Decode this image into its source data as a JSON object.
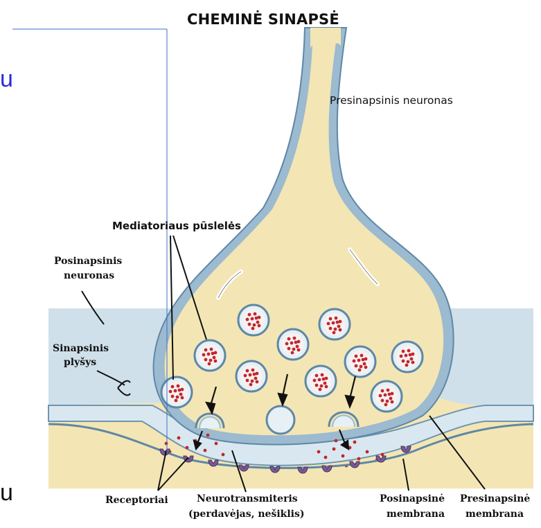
{
  "title": "CHEMINĖ SINAPSĖ",
  "labels": {
    "presynaptic_neuron": "Presinapsinis neuronas",
    "vesicles": "Mediatoriaus pūslelės",
    "postsynaptic_neuron_1": "Posinapsinis",
    "postsynaptic_neuron_2": "neuronas",
    "cleft_1": "Sinapsinis",
    "cleft_2": "plyšys",
    "receptors": "Receptoriai",
    "neurotransmitter_1": "Neurotransmiteris",
    "neurotransmitter_2": "(perdavėjas, nešiklis)",
    "post_membrane_1": "Posinapsinė",
    "post_membrane_2": "membrana",
    "pre_membrane_1": "Presinapsinė",
    "pre_membrane_2": "membrana"
  },
  "overlay": {
    "fragment_top": "u",
    "fragment_bottom": "u"
  },
  "colors": {
    "terminal_fill": "#f3e6b4",
    "membrane": "#8eb0c8",
    "cleft": "#cfe0ea",
    "vesicle_dot": "#c0272d",
    "receptor": "#7a5a96",
    "fragment_top": "#2a2ad8",
    "fragment_bottom": "#111111"
  }
}
